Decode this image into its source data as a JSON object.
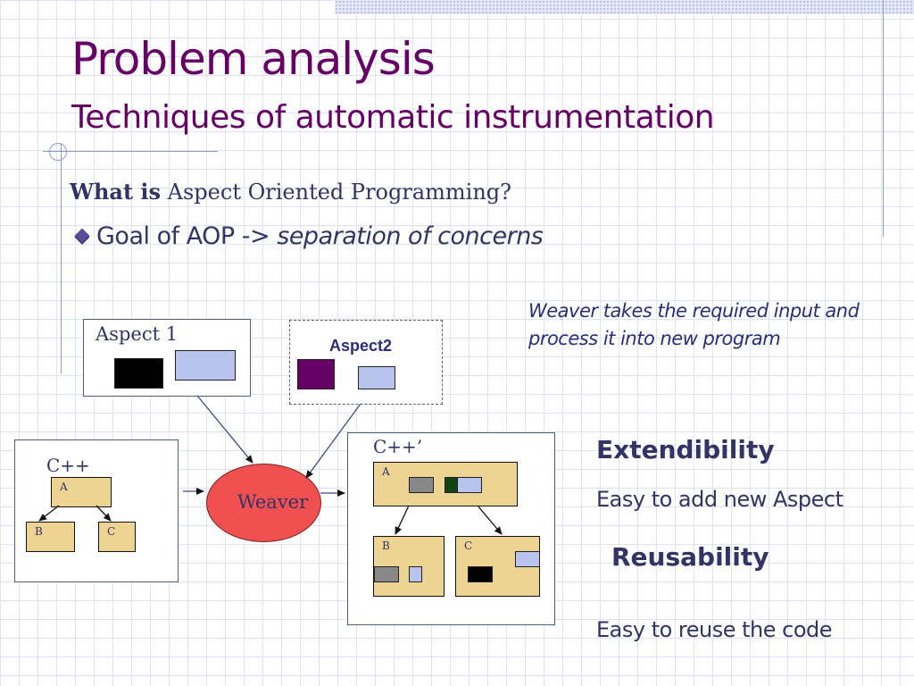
{
  "slide": {
    "title": "Problem analysis",
    "subtitle": "Techniques of automatic instrumentation",
    "question_bold": "What is",
    "question_rest": " Aspect Oriented Programming?",
    "bullet_text": "Goal of AOP -> ",
    "bullet_emphasis": "separation of concerns",
    "weaver_note_line1": "Weaver takes the required input and",
    "weaver_note_line2": "process it into new program"
  },
  "diagram": {
    "aspect1_label": "Aspect 1",
    "aspect2_label": "Aspect2",
    "source_label": "C++",
    "output_label": "C++’",
    "weaver_label": "Weaver",
    "class_a": "A",
    "class_b": "B",
    "class_c": "C"
  },
  "benefits": [
    {
      "heading": "Extendibility",
      "text": "Easy to add new Aspect"
    },
    {
      "heading": "Reusability",
      "text": "Easy to reuse the code"
    }
  ],
  "colors": {
    "title": "#660066",
    "text": "#333366",
    "weaver_fill": "#f05050",
    "class_fill": "#eed492",
    "aspect1_block_a": "#000000",
    "aspect1_block_b": "#b8c4ee",
    "aspect2_block_a": "#660066",
    "aspect2_block_b": "#b8c4ee"
  }
}
